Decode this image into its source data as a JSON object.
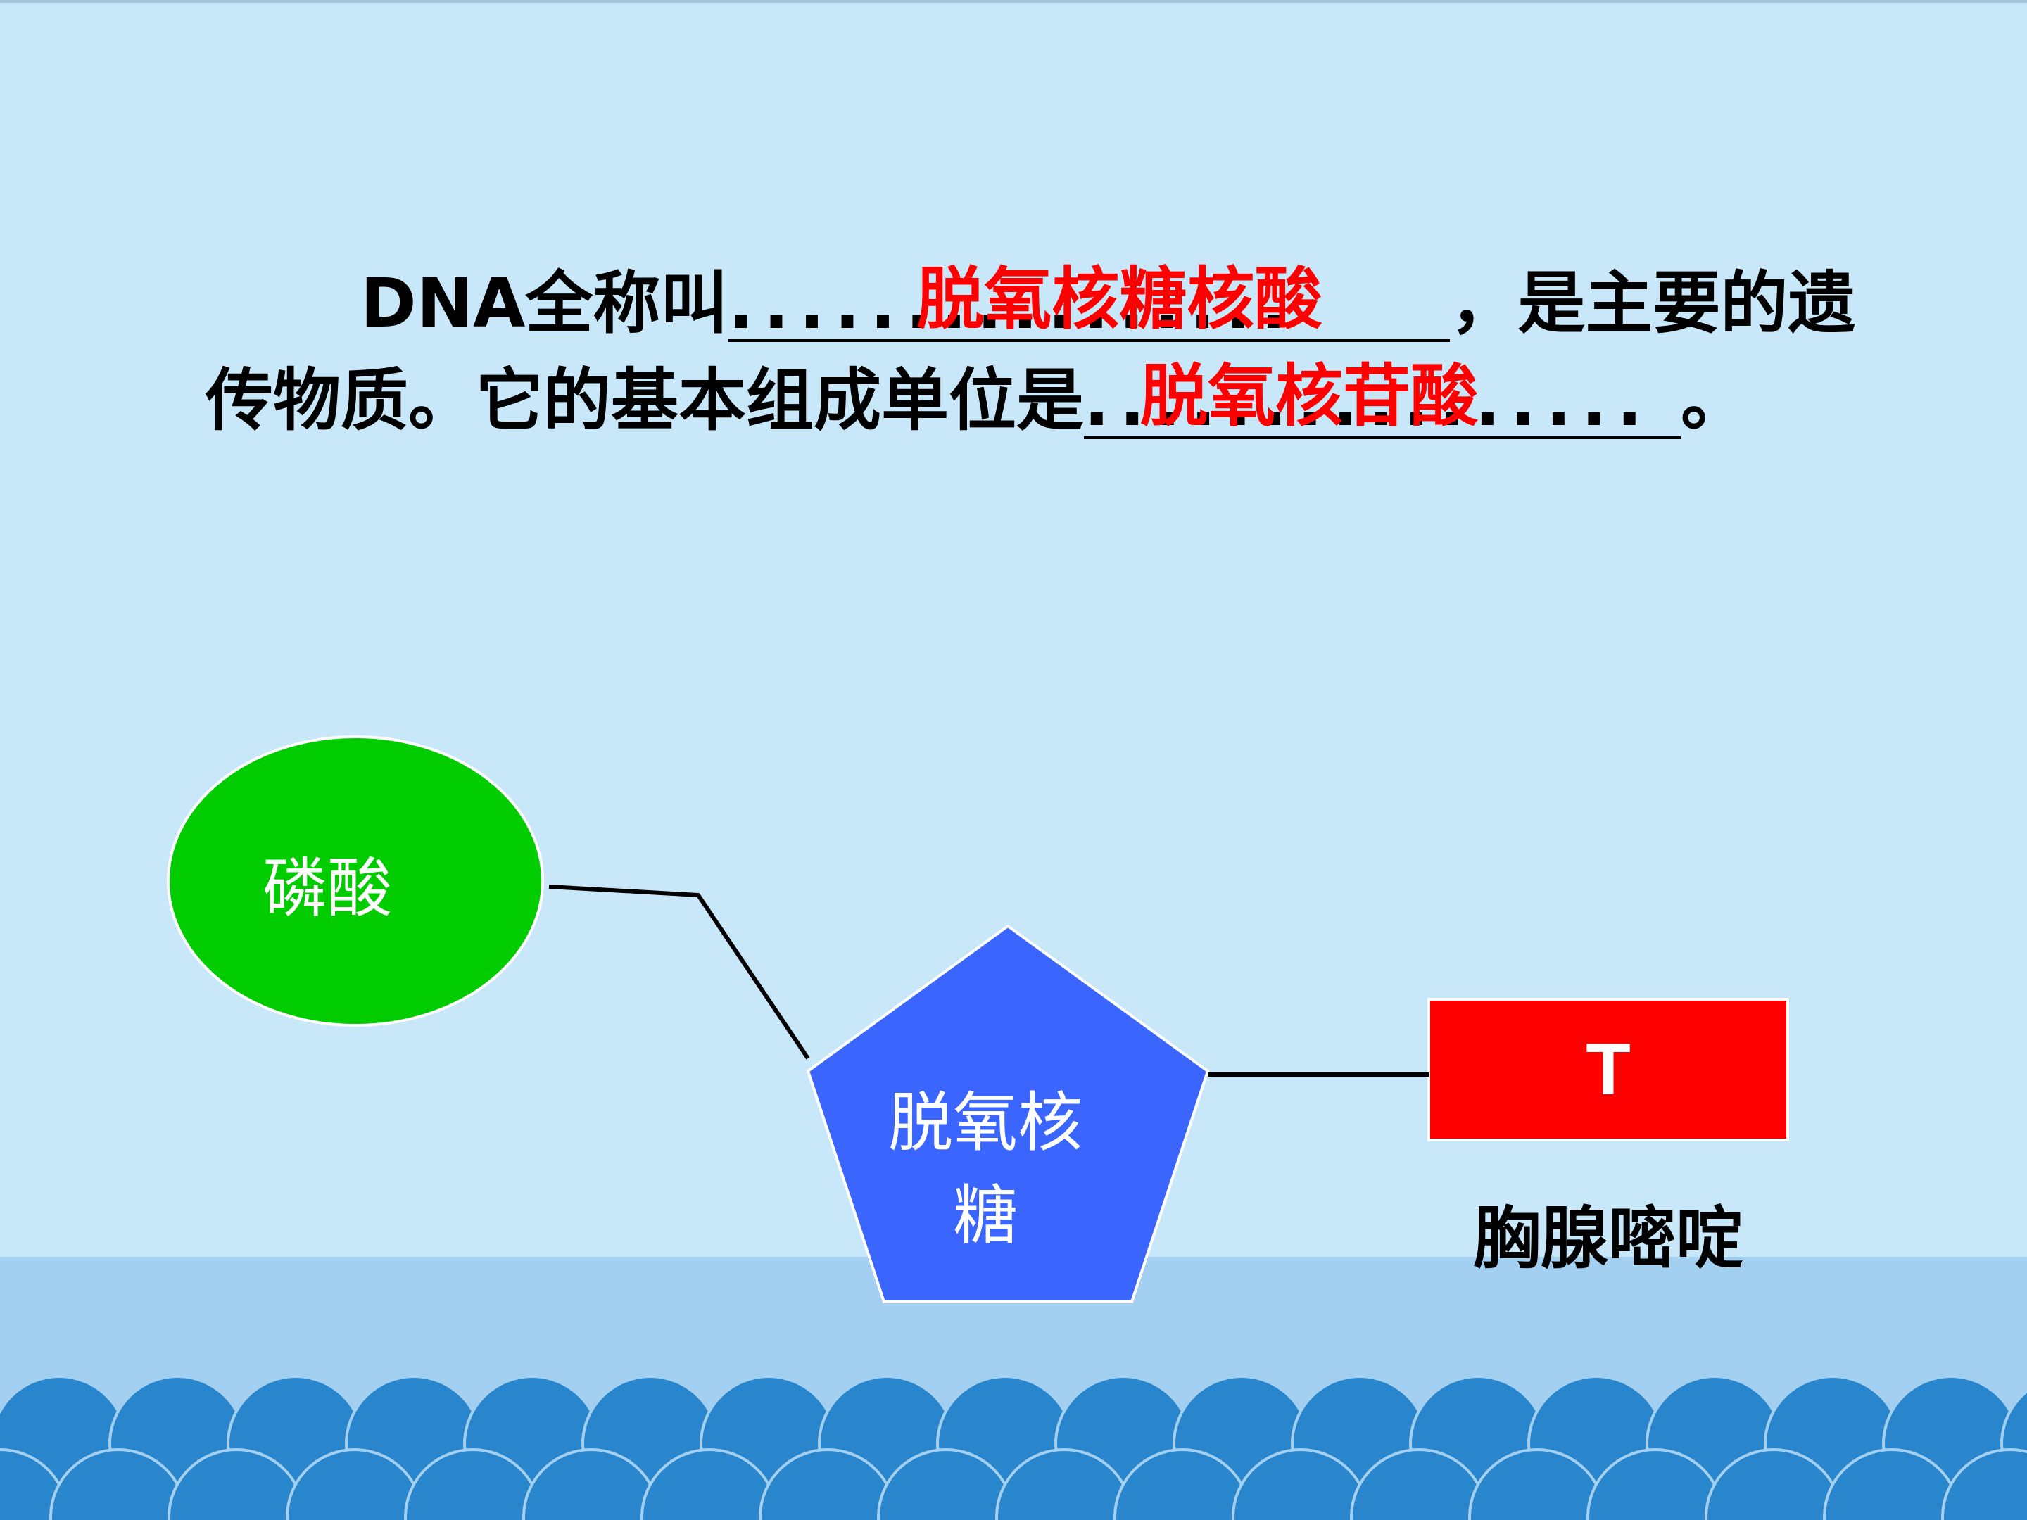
{
  "colors": {
    "background": "#c8e8fa",
    "ground": "#a3d0f1",
    "waves": "#2a86cc",
    "phosphate": "#00cc00",
    "sugar": "#3a66ff",
    "base": "#ff0000",
    "answer_text": "#ff0000",
    "connector": "#000000"
  },
  "question": {
    "line1_prefix": "DNA全称叫",
    "blank1_answer": "脱氧核糖核酸",
    "line1_suffix": "，是主要的遗",
    "line2_prefix": "传物质。它的基本组成单位是",
    "blank2_answer": "脱氧核苷酸",
    "line2_suffix": "。",
    "blank_dots": "................"
  },
  "diagram": {
    "phosphate": {
      "shape": "ellipse",
      "label": "磷酸"
    },
    "sugar": {
      "shape": "pentagon",
      "label": "脱氧核糖"
    },
    "base": {
      "shape": "rectangle",
      "letter": "T",
      "name": "胸腺嘧啶"
    },
    "connections": [
      "phosphate-sugar",
      "sugar-base"
    ]
  }
}
